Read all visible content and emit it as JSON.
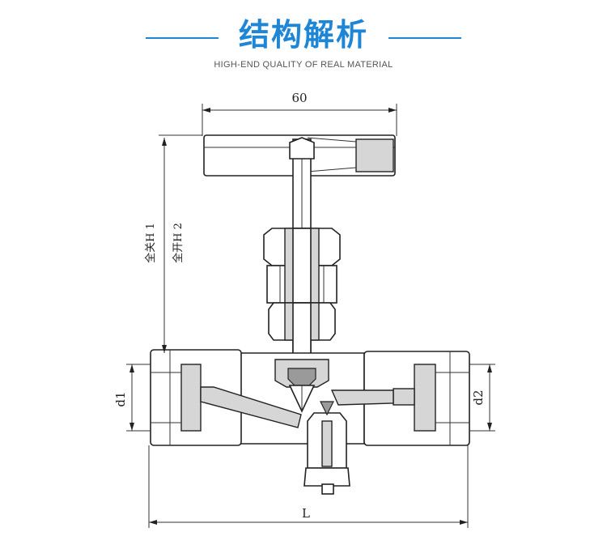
{
  "header": {
    "title": "结构解析",
    "subtitle": "HIGH-END QUALITY OF REAL MATERIAL"
  },
  "drawing": {
    "dim_width_top": "60",
    "dim_full_close": "全关H 1",
    "dim_full_open": "全开H 2",
    "dim_d1": "d1",
    "dim_d2": "d2",
    "dim_length": "L"
  }
}
